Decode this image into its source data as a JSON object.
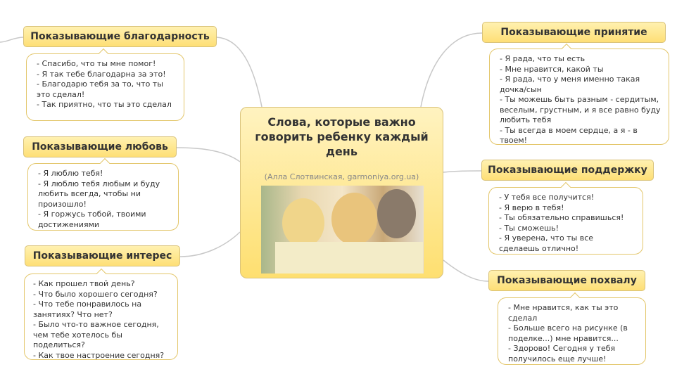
{
  "central": {
    "title": "Слова, которые важно говорить ребенку каждый день",
    "subtitle": "(Алла Слотвинская, garmoniya.org.ua)"
  },
  "topics": [
    {
      "title": "Показывающие благодарность",
      "items": [
        "- Спасибо, что ты мне помог!",
        "- Я так тебе благодарна за это!",
        "- Благодарю тебя за то, что ты это сделал!",
        "- Так приятно, что ты это сделал"
      ]
    },
    {
      "title": "Показывающие любовь",
      "items": [
        "- Я люблю тебя!",
        "- Я люблю тебя любым и буду любить всегда, чтобы ни произошло!",
        "- Я горжусь тобой, твоими достижениями"
      ]
    },
    {
      "title": "Показывающие интерес",
      "items": [
        "- Как прошел твой день?",
        "- Что было хорошего сегодня?",
        "- Что тебе понравилось на занятиях? Что нет?",
        "- Было что-то важное сегодня, чем тебе хотелось бы поделиться?",
        "- Как твое настроение сегодня?"
      ]
    },
    {
      "title": "Показывающие принятие",
      "items": [
        "- Я рада, что ты есть",
        "- Мне нравится, какой ты",
        "- Я рада, что у меня именно такая дочка/сын",
        "- Ты можешь быть разным - сердитым, веселым, грустным, и я все равно буду любить тебя",
        "- Ты всегда в моем сердце, а я - в твоем!"
      ]
    },
    {
      "title": "Показывающие поддержку",
      "items": [
        "- У тебя все получится!",
        "- Я верю в тебя!",
        "- Ты обязательно справишься!",
        "- Ты сможешь!",
        "- Я уверена, что ты все сделаешь отлично!"
      ]
    },
    {
      "title": "Показывающие похвалу",
      "items": [
        "- Мне нравится, как ты это сделал",
        "- Больше всего на рисунке (в поделке...) мне нравится...",
        "- Здорово! Сегодня у тебя получилось еще лучше!"
      ]
    }
  ]
}
